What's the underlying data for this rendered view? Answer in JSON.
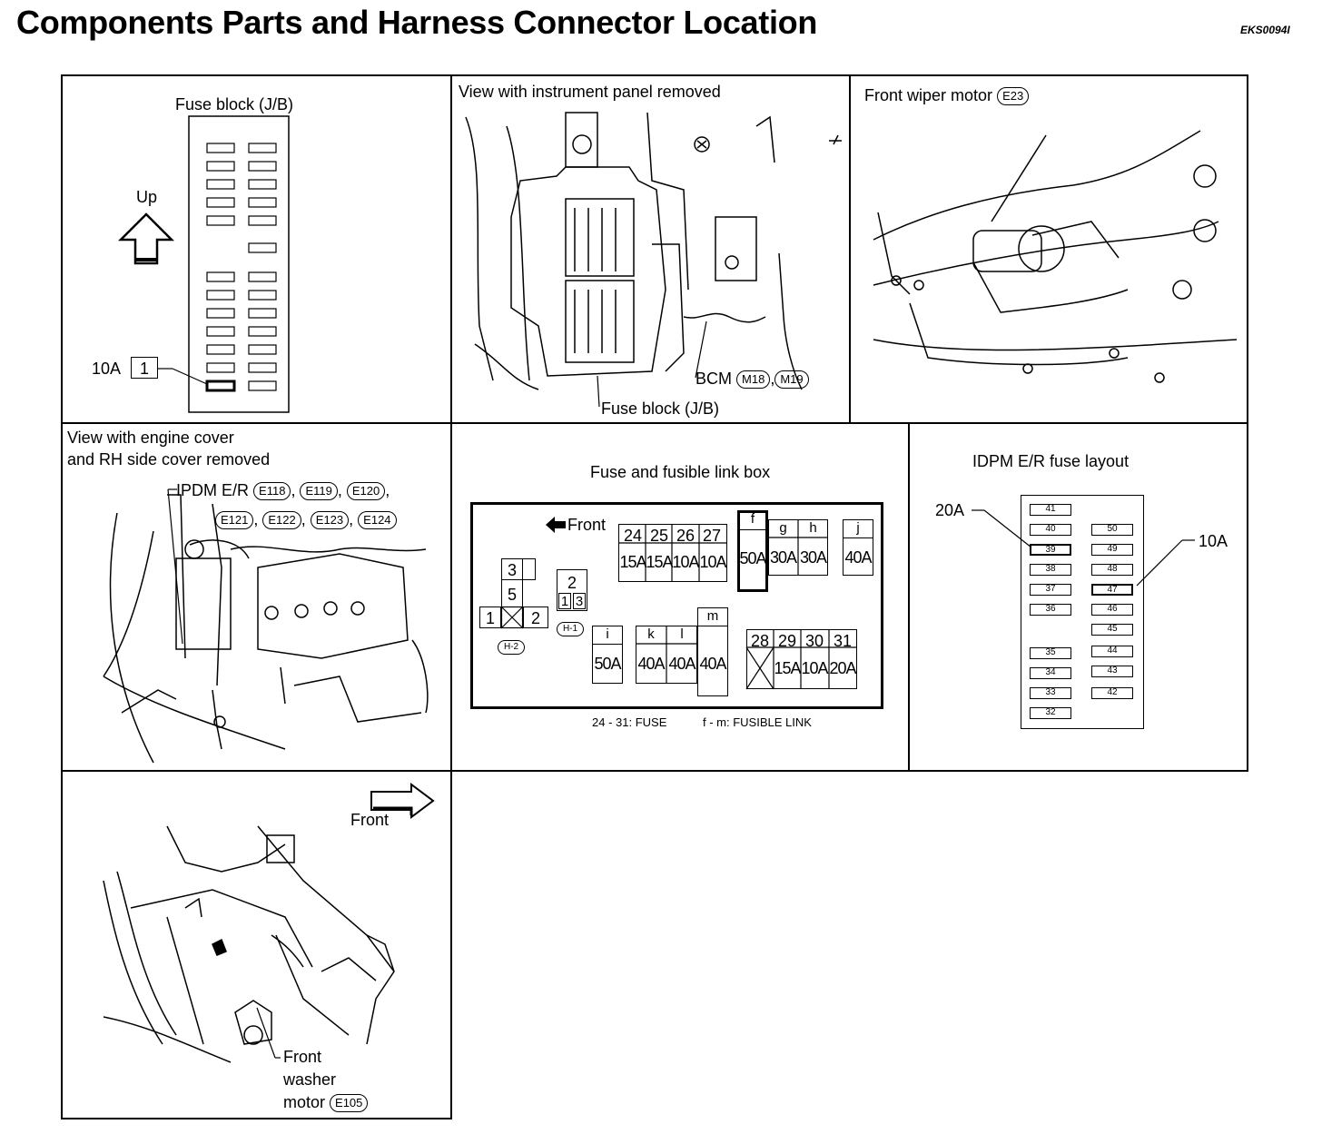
{
  "title": "Components Parts and Harness Connector Location",
  "doc_code": "EKS0094I",
  "panels": {
    "fuse_block": {
      "title": "Fuse block (J/B)",
      "up_label": "Up",
      "fuse_rating": "10A",
      "fuse_number": "1"
    },
    "instrument_panel": {
      "title": "View with instrument panel removed",
      "bcm_label": "BCM",
      "bcm_connectors": [
        "M18",
        "M19"
      ],
      "fuse_block_label": "Fuse block (J/B)"
    },
    "wiper": {
      "title": "Front wiper motor",
      "connector": "E23"
    },
    "engine": {
      "title_line1": "View with engine cover",
      "title_line2": "and RH side cover removed",
      "ipdm_label": "IPDM E/R",
      "connectors": [
        "E118",
        "E119",
        "E120",
        "E121",
        "E122",
        "E123",
        "E124"
      ]
    },
    "fuse_link_box": {
      "title": "Fuse and fusible link box",
      "front_label": "Front",
      "left_numbers": [
        "3",
        "5",
        "1",
        "2"
      ],
      "small_numbers": [
        "2",
        "1",
        "3"
      ],
      "h1": "H-1",
      "h2": "H-2",
      "top_fuses": [
        {
          "num": "24",
          "amp": "15A"
        },
        {
          "num": "25",
          "amp": "15A"
        },
        {
          "num": "26",
          "amp": "10A"
        },
        {
          "num": "27",
          "amp": "10A"
        }
      ],
      "links_top": [
        {
          "letter": "f",
          "amp": "50A"
        },
        {
          "letter": "g",
          "amp": "30A"
        },
        {
          "letter": "h",
          "amp": "30A"
        },
        {
          "letter": "j",
          "amp": "40A"
        }
      ],
      "links_bottom": [
        {
          "letter": "i",
          "amp": "50A"
        },
        {
          "letter": "k",
          "amp": "40A"
        },
        {
          "letter": "l",
          "amp": "40A"
        },
        {
          "letter": "m",
          "amp": "40A"
        }
      ],
      "bottom_fuses": [
        {
          "num": "28",
          "amp": ""
        },
        {
          "num": "29",
          "amp": "15A"
        },
        {
          "num": "30",
          "amp": "10A"
        },
        {
          "num": "31",
          "amp": "20A"
        }
      ],
      "legend_fuse": "24 - 31: FUSE",
      "legend_link": "f - m: FUSIBLE LINK"
    },
    "ipdm_layout": {
      "title": "IDPM E/R fuse layout",
      "left_callout": "20A",
      "right_callout": "10A",
      "left_column": [
        "41",
        "40",
        "39",
        "38",
        "37",
        "36",
        "35",
        "34",
        "33",
        "32"
      ],
      "right_column": [
        "50",
        "49",
        "48",
        "47",
        "46",
        "45",
        "44",
        "43",
        "42"
      ]
    },
    "washer": {
      "front_label": "Front",
      "label_line1": "Front",
      "label_line2": "washer",
      "label_line3": "motor",
      "connector": "E105"
    }
  }
}
